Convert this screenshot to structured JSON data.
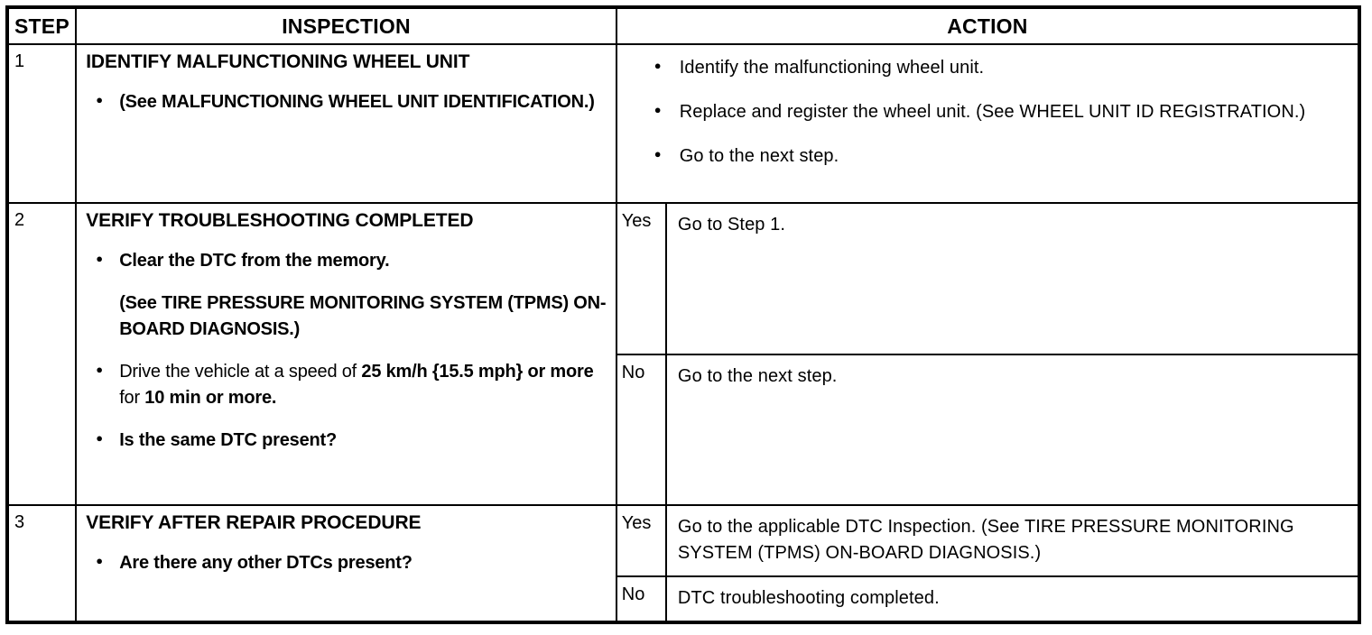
{
  "table": {
    "headers": {
      "step": "STEP",
      "inspection": "INSPECTION",
      "action": "ACTION"
    },
    "answers": {
      "yes": "Yes",
      "no": "No"
    },
    "steps": [
      {
        "number": "1",
        "inspection": {
          "title": "IDENTIFY MALFUNCTIONING WHEEL UNIT",
          "bullets": [
            "(See MALFUNCTIONING WHEEL UNIT IDENTIFICATION.)"
          ]
        },
        "action": {
          "split": false,
          "bullets": [
            "Identify the malfunctioning wheel unit.",
            "Replace and register the wheel unit. (See WHEEL UNIT ID REGISTRATION.)",
            "Go to the next step."
          ]
        }
      },
      {
        "number": "2",
        "inspection": {
          "title": "VERIFY TROUBLESHOOTING COMPLETED",
          "bullet_1": "Clear the DTC from the memory.",
          "reference_1": "(See TIRE PRESSURE MONITORING SYSTEM (TPMS) ON-BOARD DIAGNOSIS.)",
          "bullet_2_part_1": "Drive the vehicle at a speed of ",
          "bullet_2_bold_1": "25 km/h {15.5 mph} or more",
          "bullet_2_part_2": " for ",
          "bullet_2_bold_2": "10 min or more.",
          "bullet_3": "Is the same DTC present?"
        },
        "action": {
          "split": true,
          "yes": "Go to Step 1.",
          "no": "Go to the next step."
        }
      },
      {
        "number": "3",
        "inspection": {
          "title": "VERIFY AFTER REPAIR PROCEDURE",
          "bullets": [
            "Are there any other DTCs present?"
          ]
        },
        "action": {
          "split": true,
          "yes": "Go to the applicable DTC Inspection. (See TIRE PRESSURE MONITORING SYSTEM (TPMS) ON-BOARD DIAGNOSIS.)",
          "no": "DTC troubleshooting completed."
        }
      }
    ]
  }
}
